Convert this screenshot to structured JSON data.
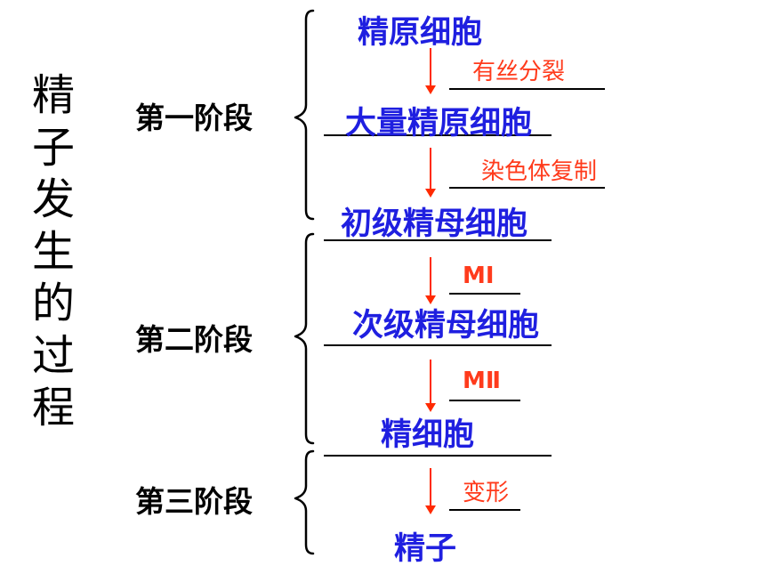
{
  "title_chars": [
    "精",
    "子",
    "发",
    "生",
    "的",
    "过",
    "程"
  ],
  "stages": [
    "第一阶段",
    "第二阶段",
    "第三阶段"
  ],
  "cells": [
    "精原细胞",
    "大量精原细胞",
    "初级精母细胞",
    "次级精母细胞",
    "精细胞",
    "精子"
  ],
  "processes": [
    "有丝分裂",
    "染色体复制",
    "MⅠ",
    "MⅡ",
    "变形"
  ],
  "colors": {
    "cell_text": "#1f1fe0",
    "process_text": "#ff3b1c",
    "arrow": "#ff2a00",
    "line": "#000000"
  }
}
